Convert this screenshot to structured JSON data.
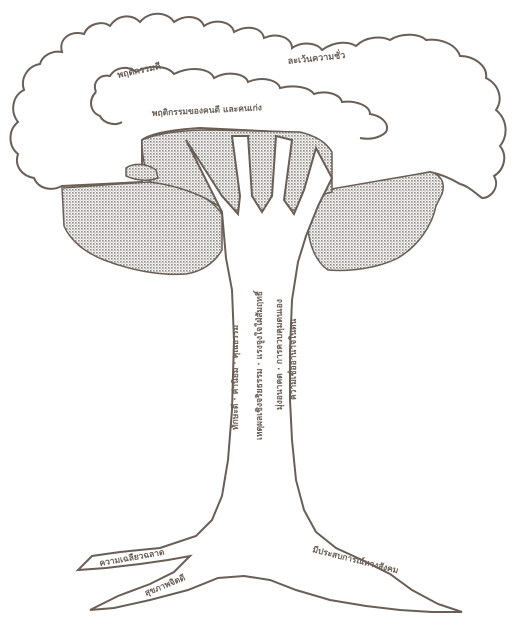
{
  "canopy_labels": {
    "top_left": "พฤติกรรมดี",
    "top_right": "ละเว้นความชั่ว",
    "center": "พฤติกรรมของคนดี และคนเก่ง"
  },
  "trunk_labels": {
    "line_1": "ทักษะดี · ค่านิยม · คุณธรรม",
    "line_2": "เหตุผลเชิงจริยธรรม · แรงจูงใจใฝ่สัมฤทธิ์",
    "line_3": "มุ่งอนาคต · การควบคุมตนเอง",
    "line_4": "ความเชื่ออำนาจในตน"
  },
  "root_labels": {
    "left_upper": "ความเฉลียวฉลาด",
    "left_lower": "สุขภาพจิตดี",
    "right": "มีประสบการณ์ทางสังคม"
  },
  "colors": {
    "ink": "#6a5f57",
    "hatch": "#8f8a86",
    "background": "#ffffff"
  }
}
